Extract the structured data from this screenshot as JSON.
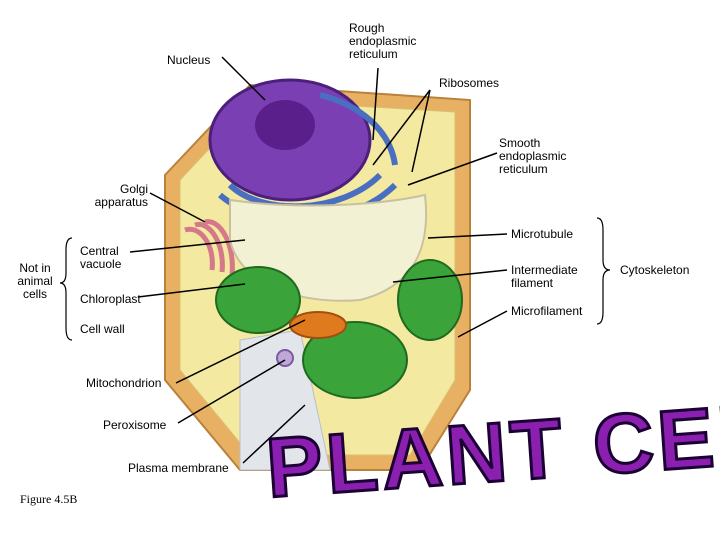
{
  "labels": {
    "nucleus": "Nucleus",
    "rough_er": "Rough\nendoplasmic\nreticulum",
    "ribosomes": "Ribosomes",
    "smooth_er": "Smooth\nendoplasmic\nreticulum",
    "golgi": "Golgi\napparatus",
    "microtubule": "Microtubule",
    "central_vacuole": "Central\nvacuole",
    "intermediate_filament": "Intermediate\nfilament",
    "cytoskeleton": "Cytoskeleton",
    "not_in_animal": "Not in\nanimal\ncells",
    "chloroplast": "Chloroplast",
    "microfilament": "Microfilament",
    "cell_wall": "Cell wall",
    "mitochondrion": "Mitochondrion",
    "peroxisome": "Peroxisome",
    "plasma_membrane": "Plasma membrane"
  },
  "figure_label": "Figure 4.5B",
  "title": "PLANT CELL",
  "colors": {
    "title_fill": "#8a1fb0",
    "cell_wall": "#e8b063",
    "cytoplasm": "#f3e9a0",
    "nucleus": "#7a3fb2",
    "er": "#4a6fc0",
    "vacuole": "#f3f1d4",
    "chloroplast": "#3aa33a",
    "mitochondrion": "#e07a1f"
  }
}
